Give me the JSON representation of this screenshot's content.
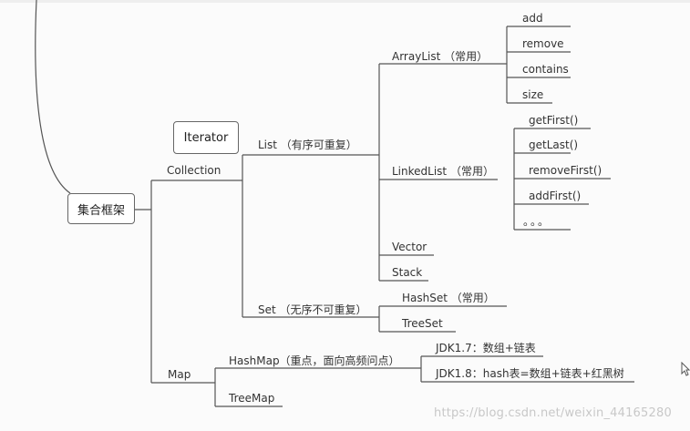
{
  "root": "集合框架",
  "iterator": "Iterator",
  "collection": "Collection",
  "list": "List （有序可重复）",
  "arraylist": "ArrayList （常用）",
  "arraylist_methods": [
    "add",
    "remove",
    "contains",
    "size"
  ],
  "linkedlist": "LinkedList （常用）",
  "linkedlist_methods": [
    "getFirst()",
    "getLast()",
    "removeFirst()",
    "addFirst()",
    "。。。"
  ],
  "vector": "Vector",
  "stack": "Stack",
  "set": "Set （无序不可重复）",
  "hashset": "HashSet （常用）",
  "treeset": "TreeSet",
  "map": "Map",
  "hashmap": "HashMap（重点，面向高频问点）",
  "hashmap_notes": [
    "JDK1.7：数组+链表",
    "JDK1.8：hash表=数组+链表+红黑树"
  ],
  "treemap": "TreeMap",
  "watermark": "https://blog.csdn.net/weixin_44165280",
  "colors": {
    "line": "#555555",
    "text": "#333333",
    "background": "#fbfbfb"
  }
}
